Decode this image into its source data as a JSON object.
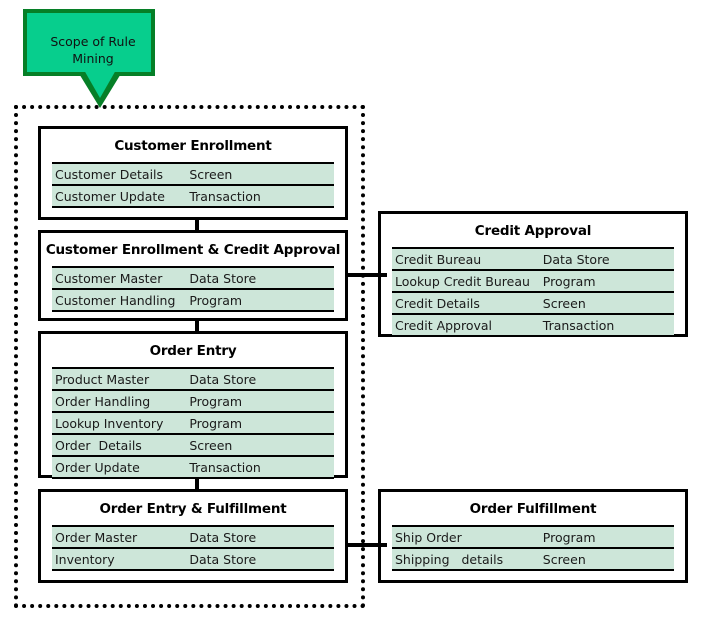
{
  "callout": {
    "label": "Scope of Rule\nMining",
    "fill_color": "#07CE8D",
    "border_color": "#067F27"
  },
  "scope_boundary": {
    "style": "dotted",
    "color": "#000000"
  },
  "palette": {
    "row_fill": "#CDE6D9",
    "box_border": "#000000",
    "box_fill": "#FFFFFF"
  },
  "boxes": [
    {
      "id": "customer-enrollment",
      "title": "Customer Enrollment",
      "rows": [
        {
          "name": "Customer Details",
          "type": "Screen"
        },
        {
          "name": "Customer Update",
          "type": "Transaction"
        }
      ]
    },
    {
      "id": "customer-enrollment-credit-approval",
      "title": "Customer Enrollment & Credit Approval",
      "rows": [
        {
          "name": "Customer Master",
          "type": "Data Store"
        },
        {
          "name": "Customer Handling",
          "type": "Program"
        }
      ]
    },
    {
      "id": "order-entry",
      "title": "Order Entry",
      "rows": [
        {
          "name": "Product Master",
          "type": "Data Store"
        },
        {
          "name": "Order Handling",
          "type": "Program"
        },
        {
          "name": "Lookup Inventory",
          "type": "Program"
        },
        {
          "name": "Order  Details",
          "type": "Screen"
        },
        {
          "name": "Order Update",
          "type": "Transaction"
        }
      ]
    },
    {
      "id": "order-entry-fulfillment",
      "title": "Order Entry & Fulfillment",
      "rows": [
        {
          "name": "Order Master",
          "type": "Data Store"
        },
        {
          "name": "Inventory",
          "type": "Data Store"
        }
      ]
    },
    {
      "id": "credit-approval",
      "title": "Credit Approval",
      "rows": [
        {
          "name": "Credit Bureau",
          "type": "Data Store"
        },
        {
          "name": "Lookup Credit Bureau",
          "type": "Program"
        },
        {
          "name": "Credit Details",
          "type": "Screen"
        },
        {
          "name": "Credit Approval",
          "type": "Transaction"
        }
      ]
    },
    {
      "id": "order-fulfillment",
      "title": "Order Fulfillment",
      "rows": [
        {
          "name": "Ship Order",
          "type": "Program"
        },
        {
          "name": "Shipping   details",
          "type": "Screen"
        }
      ]
    }
  ]
}
